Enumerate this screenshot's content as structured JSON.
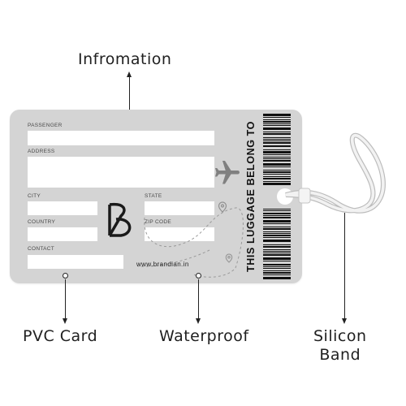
{
  "callouts": {
    "information": "Infromation",
    "pvc_card": "PVC Card",
    "waterproof": "Waterproof",
    "silicon_band_line1": "Silicon",
    "silicon_band_line2": "Band"
  },
  "card": {
    "fields": {
      "passenger": "PASSENGER",
      "address": "ADDRESS",
      "city": "CITY",
      "state": "STATE",
      "country": "COUNTRY",
      "zip_code": "ZIP CODE",
      "contact": "CONTACT"
    },
    "vertical_text": "THIS LUGGAGE BELONG TO",
    "website": "www.brandian.in",
    "logo_letter": "B",
    "colors": {
      "card_bg": "#d4d4d4",
      "field_bg": "#ffffff",
      "barcode": "#111111",
      "plane": "#808080",
      "band": "#ececec"
    },
    "icons": [
      "airplane-icon",
      "location-pin-icon",
      "brand-logo"
    ]
  }
}
